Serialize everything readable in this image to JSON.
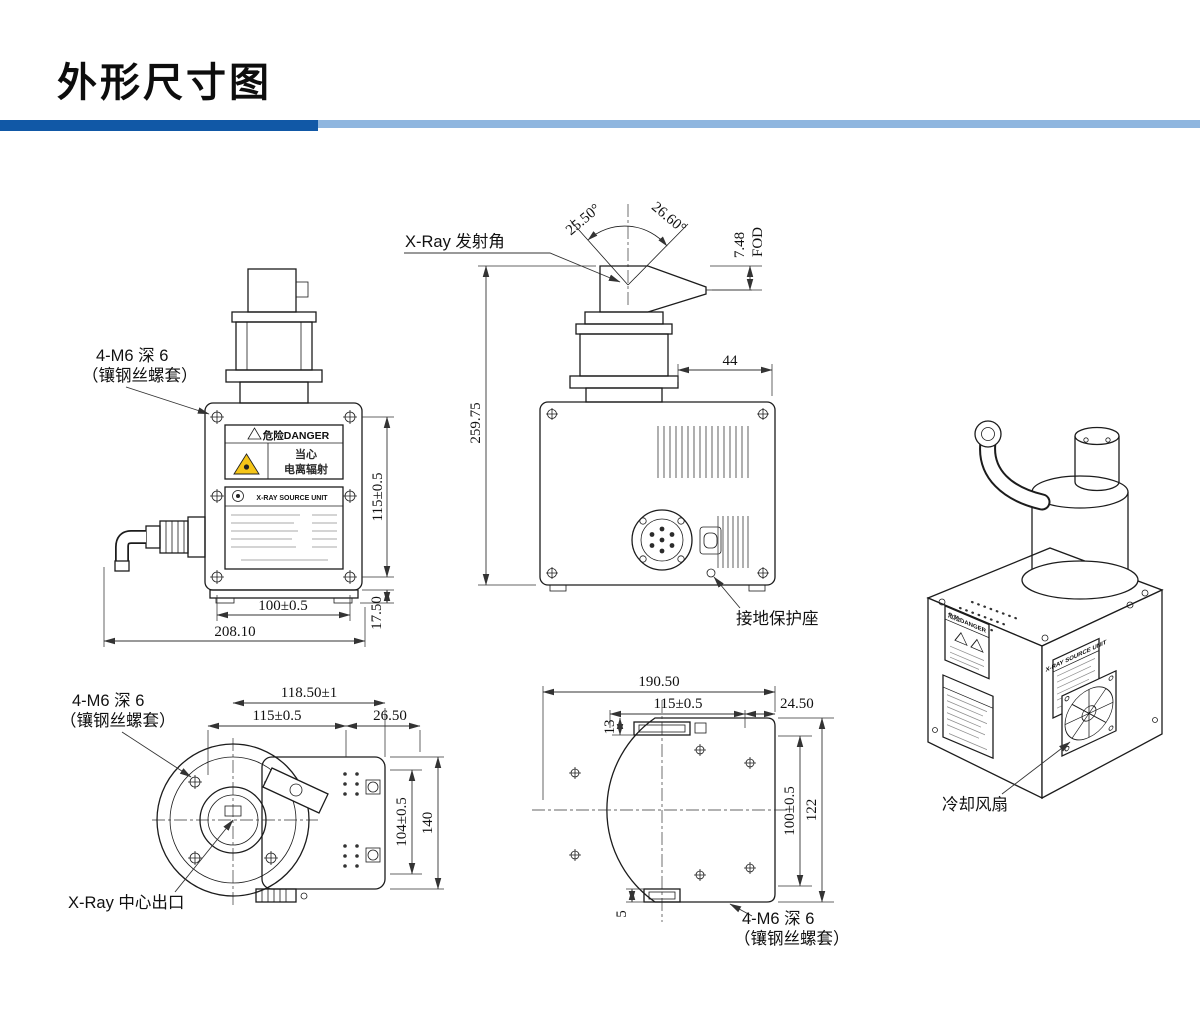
{
  "title": "外形尺寸图",
  "front_view": {
    "m6_label": "4-M6 深 6",
    "m6_sub": "（镶钢丝螺套）",
    "danger": "危险DANGER",
    "caution1": "当心",
    "caution2": "电离辐射",
    "unit": "X-RAY SOURCE UNIT",
    "dim_height": "115±0.5",
    "dim_width": "100±0.5",
    "dim_total_width": "208.10",
    "dim_base": "17.50"
  },
  "side_view": {
    "emission_label": "X-Ray 发射角",
    "angle_left": "25.50°",
    "angle_right": "26.60°",
    "fod_value": "7.48",
    "fod_label": "FOD",
    "dim_offset": "44",
    "dim_height": "259.75",
    "ground_label": "接地保护座"
  },
  "iso_view": {
    "danger": "危险DANGER",
    "unit": "X-RAY SOURCE UNIT",
    "fan_label": "冷却风扇"
  },
  "top_view": {
    "m6_label": "4-M6 深 6",
    "m6_sub": "（镶钢丝螺套）",
    "dim_total": "118.50±1",
    "dim_holes": "115±0.5",
    "dim_offset": "26.50",
    "dim_height": "104±0.5",
    "dim_total_height": "140",
    "outlet_label": "X-Ray 中心出口"
  },
  "bottom_view": {
    "dim_total": "190.50",
    "dim_holes": "115±0.5",
    "dim_offset": "24.50",
    "dim_13": "13",
    "dim_height": "100±0.5",
    "dim_total_height": "122",
    "dim_5": "5",
    "m6_label": "4-M6 深 6",
    "m6_sub": "（镶钢丝螺套）"
  }
}
